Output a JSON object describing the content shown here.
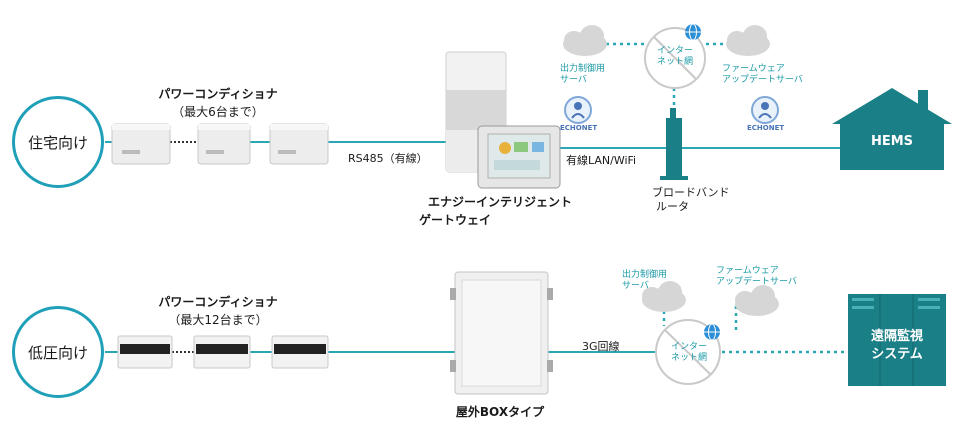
{
  "residential": {
    "category": "住宅向け",
    "pcs_title": "パワーコンディショナ",
    "pcs_count": "（最大6台まで）",
    "link": "RS485（有線）",
    "gateway_line1": "エナジーインテリジェント",
    "gateway_line2": "ゲートウェイ",
    "lan": "有線LAN/WiFi",
    "router_line1": "ブロードバンド",
    "router_line2": "ルータ",
    "server_control_line1": "出力制御用",
    "server_control_line2": "サーバ",
    "server_fw_line1": "ファームウェア",
    "server_fw_line2": "アップデートサーバ",
    "internet_line1": "インター",
    "internet_line2": "ネット網",
    "echonet_label": "ECHONET",
    "hems": "HEMS"
  },
  "low_voltage": {
    "category": "低圧向け",
    "pcs_title": "パワーコンディショナ",
    "pcs_count": "（最大12台まで）",
    "link": "3G回線",
    "box_label": "屋外BOXタイプ",
    "server_control_line1": "出力制御用",
    "server_control_line2": "サーバ",
    "server_fw_line1": "ファームウェア",
    "server_fw_line2": "アップデートサーバ",
    "internet_line1": "インター",
    "internet_line2": "ネット網",
    "monitor_line1": "遠隔監視",
    "monitor_line2": "システム"
  },
  "colors": {
    "accent": "#1fa0b8",
    "line": "#2aa7b5",
    "dark_teal": "#1a7f87",
    "text_teal": "#1a9aa6"
  },
  "icons": [
    "cloud-icon",
    "globe-icon",
    "no-entry-icon",
    "house-icon",
    "router-icon",
    "echonet-logo",
    "tablet-icon"
  ]
}
